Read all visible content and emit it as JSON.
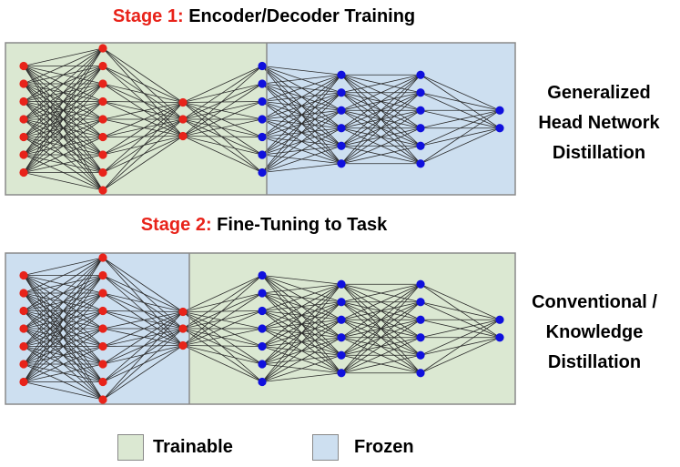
{
  "stage1": {
    "number_label": "Stage 1:",
    "title": "Encoder/Decoder Training"
  },
  "stage2": {
    "number_label": "Stage 2:",
    "title": "Fine-Tuning to Task"
  },
  "stage1_side_label": [
    "Generalized",
    "Head Network",
    "Distillation"
  ],
  "stage2_side_label": [
    "Conventional /",
    "Knowledge",
    "Distillation"
  ],
  "legend": {
    "trainable": "Trainable",
    "frozen": "Frozen"
  },
  "colors": {
    "trainable_fill": "#dbe8d2",
    "frozen_fill": "#cddff0",
    "panel_border": "#8a8a8a",
    "red_node": "#e8231a",
    "blue_node": "#1010dd",
    "edge": "#2a2a2a",
    "stage_number": "#e8231a"
  },
  "networks": {
    "layer_sizes": [
      7,
      9,
      3,
      7,
      6,
      6,
      2
    ],
    "node_colors": [
      "red",
      "red",
      "red",
      "blue",
      "blue",
      "blue",
      "blue"
    ],
    "stage1_regions": [
      "trainable",
      "frozen"
    ],
    "stage2_regions": [
      "frozen",
      "trainable"
    ]
  }
}
